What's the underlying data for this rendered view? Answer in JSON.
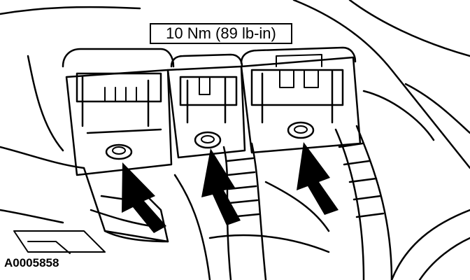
{
  "diagram": {
    "torque_spec": "10 Nm (89 lb-in)",
    "figure_id": "A0005858",
    "callout_arrow_count": 3,
    "colors": {
      "line": "#000000",
      "background": "#ffffff"
    }
  }
}
